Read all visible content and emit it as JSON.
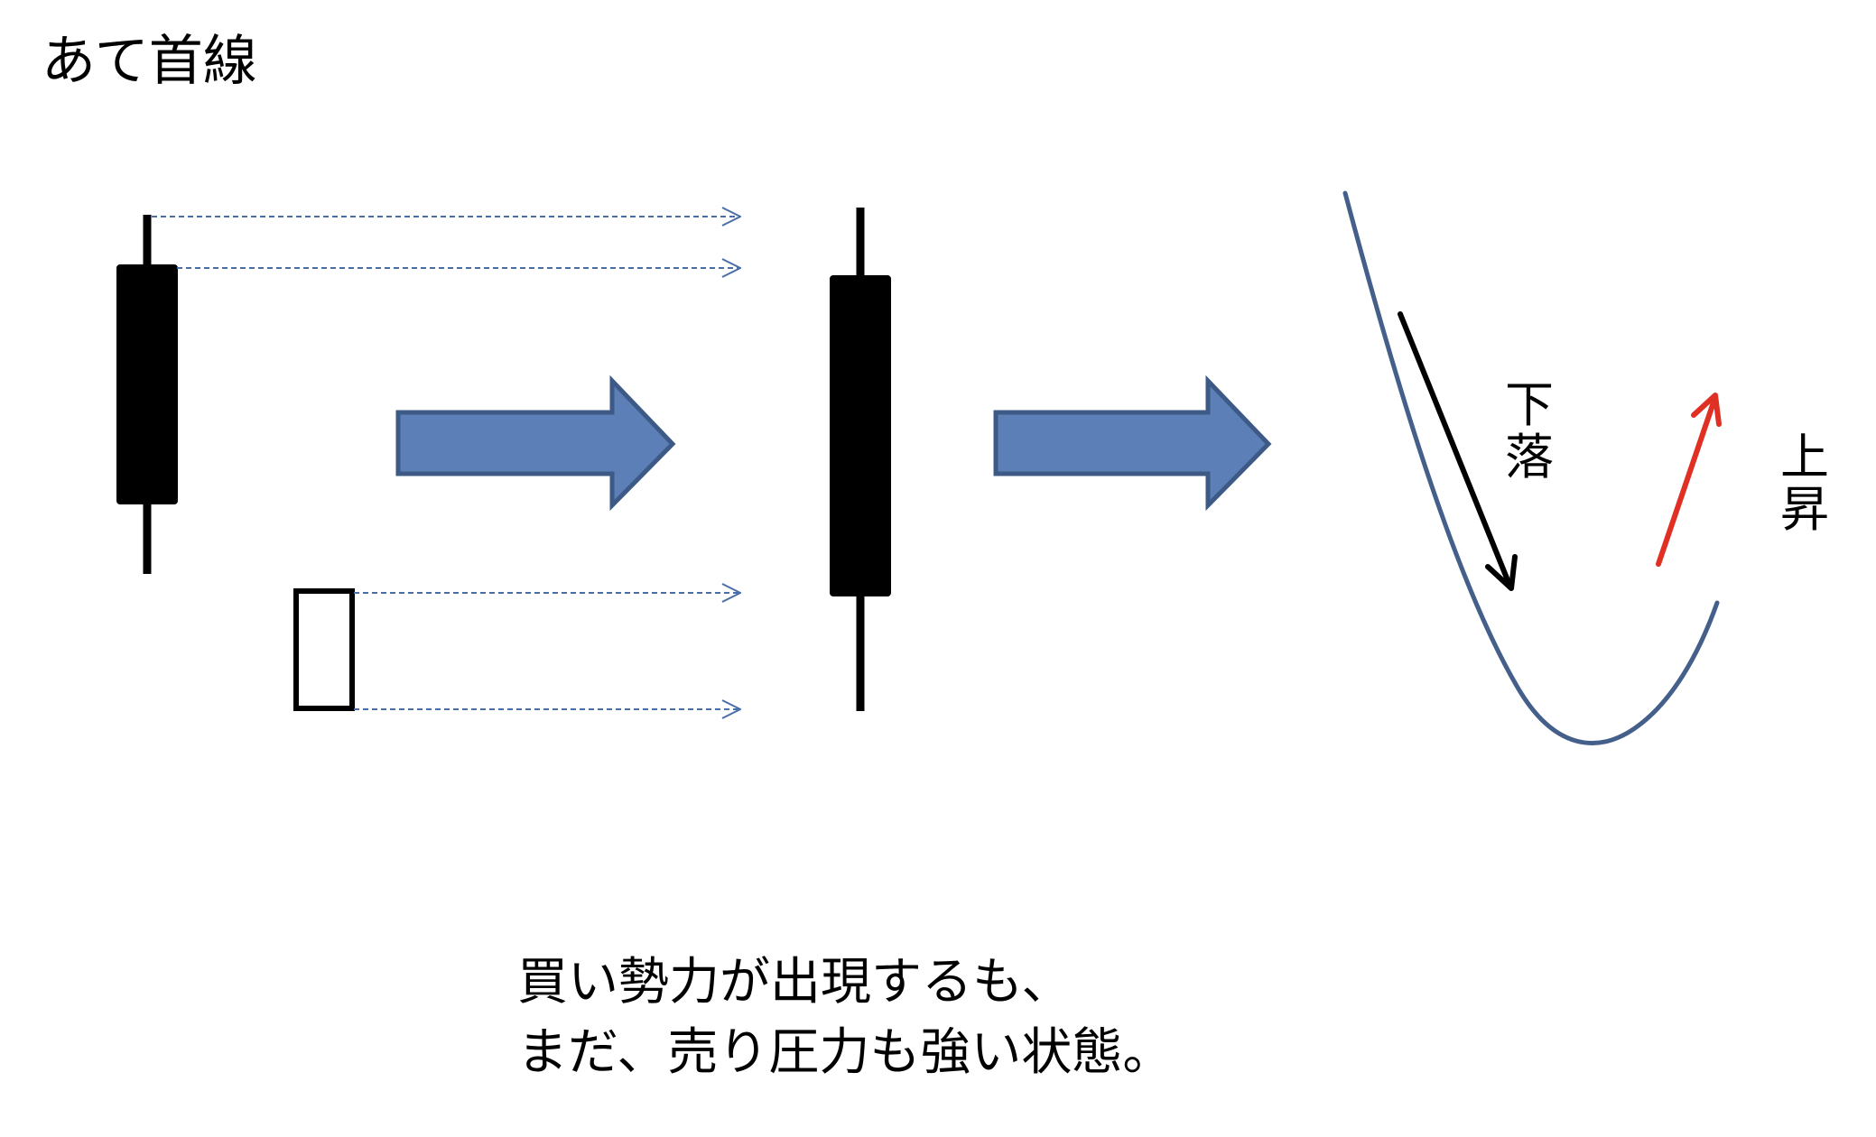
{
  "title": "あて首線",
  "labels": {
    "fall": "下\n落",
    "rise": "上\n昇"
  },
  "caption": {
    "line1": "買い勢力が出現するも、",
    "line2": "まだ、売り圧力も強い状態。"
  },
  "colors": {
    "arrow_fill": "#5b7fb6",
    "arrow_stroke": "#3d5a86",
    "curve": "#435f8a",
    "guide": "#4a6fa8",
    "down_arrow": "#000000",
    "up_arrow": "#e03024",
    "candle_black": "#000000"
  }
}
